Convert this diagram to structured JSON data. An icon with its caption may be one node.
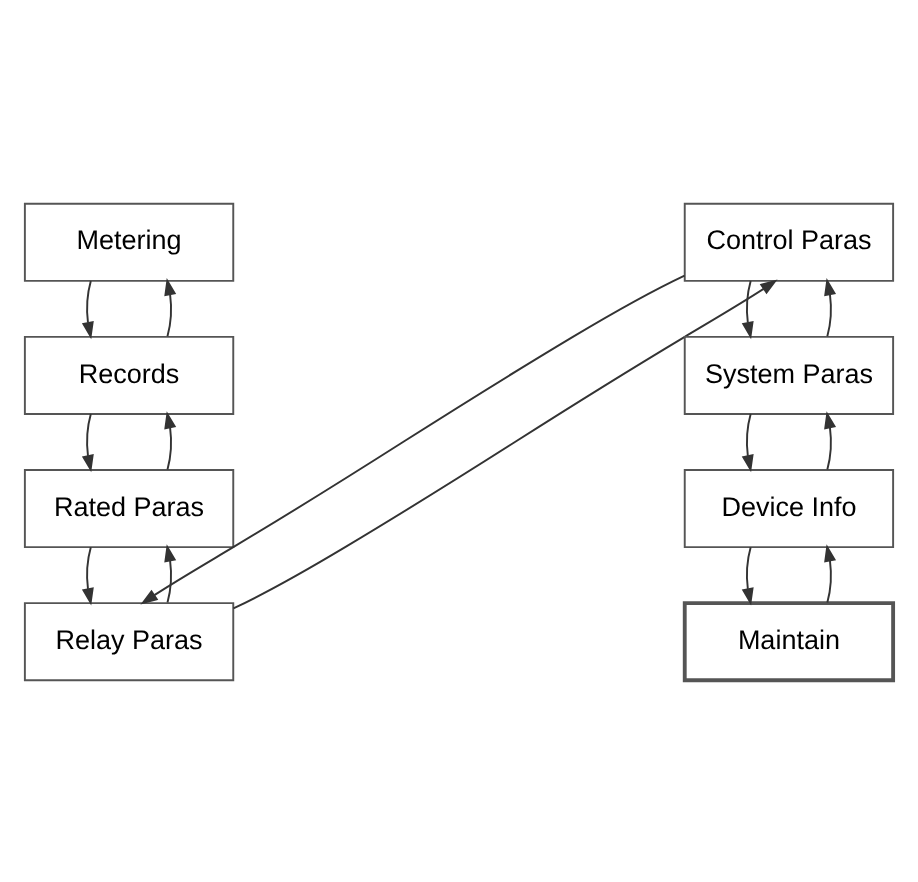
{
  "diagram": {
    "nodes": [
      {
        "text": [
          "Metering"
        ]
      },
      {
        "text": [
          "Records"
        ]
      },
      {
        "text": [
          "Rated Paras"
        ]
      },
      {
        "text": [
          "Relay Paras"
        ]
      },
      {
        "text": [
          "Control Paras"
        ]
      },
      {
        "text": [
          "System Paras"
        ]
      },
      {
        "text": [
          "Device Info"
        ]
      },
      {
        "text": [
          "Maintain"
        ]
      }
    ],
    "edges": [
      {
        "from": 0,
        "to": 1,
        "arrow": "to"
      },
      {
        "from": 1,
        "to": 0,
        "arrow": "to"
      },
      {
        "from": 1,
        "to": 2,
        "arrow": "to"
      },
      {
        "from": 2,
        "to": 1,
        "arrow": "to"
      },
      {
        "from": 2,
        "to": 3,
        "arrow": "to"
      },
      {
        "from": 3,
        "to": 2,
        "arrow": "to"
      },
      {
        "from": 3,
        "to": 4,
        "arrow": "to"
      },
      {
        "from": 4,
        "to": 3,
        "arrow": "to"
      },
      {
        "from": 4,
        "to": 5,
        "arrow": "to"
      },
      {
        "from": 5,
        "to": 4,
        "arrow": "to"
      },
      {
        "from": 5,
        "to": 6,
        "arrow": "to"
      },
      {
        "from": 6,
        "to": 5,
        "arrow": "to"
      },
      {
        "from": 6,
        "to": 7,
        "arrow": "to"
      },
      {
        "from": 7,
        "to": 6,
        "arrow": "to"
      }
    ]
  }
}
